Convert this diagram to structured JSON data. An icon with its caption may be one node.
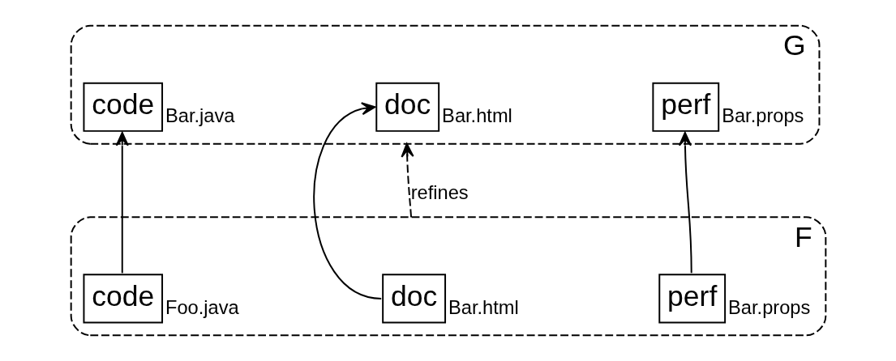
{
  "diagram": {
    "nodes": [
      {
        "text": [
          "G"
        ]
      },
      {
        "text": [
          "code"
        ],
        "in": 0,
        "beside": [
          "Bar.java"
        ]
      },
      {
        "text": [
          "doc"
        ],
        "in": 0,
        "beside": [
          "Bar.html"
        ]
      },
      {
        "text": [
          "perf"
        ],
        "in": 0,
        "beside": [
          "Bar.props"
        ]
      },
      {
        "text": [
          "F"
        ]
      },
      {
        "text": [
          "code"
        ],
        "in": 4,
        "beside": [
          "Foo.java"
        ]
      },
      {
        "text": [
          "doc"
        ],
        "in": 4,
        "beside": [
          "Bar.html"
        ]
      },
      {
        "text": [
          "perf"
        ],
        "in": 4,
        "beside": [
          "Bar.props"
        ]
      }
    ],
    "edges": [
      {
        "from": 5,
        "to": 1,
        "arrow": "to"
      },
      {
        "from": 6,
        "to": 2,
        "arrow": "to"
      },
      {
        "from": 7,
        "to": 3,
        "arrow": "to"
      },
      {
        "from": 4,
        "to": 0,
        "arrow": "to",
        "style": "dashed",
        "label": "refines"
      }
    ]
  }
}
